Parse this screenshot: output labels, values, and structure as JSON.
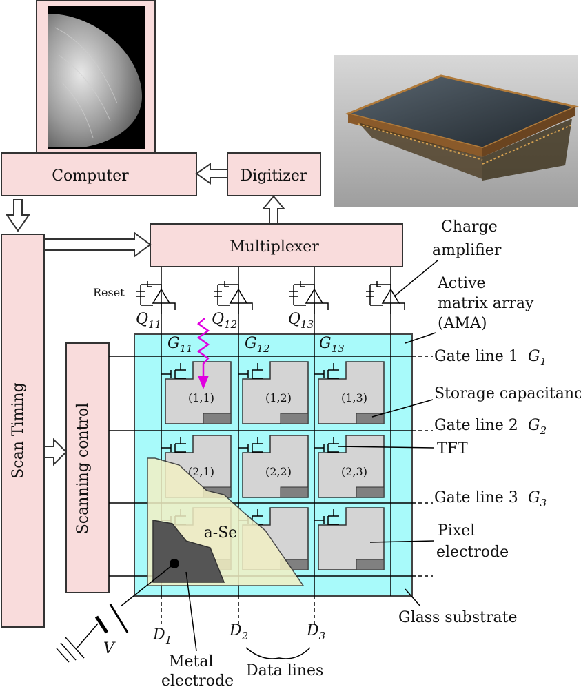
{
  "labels": {
    "computer": "Computer",
    "digitizer": "Digitizer",
    "multiplexer": "Multiplexer",
    "scan_timing": "Scan Timing",
    "scanning_control": "Scanning control",
    "charge_amplifier_1": "Charge",
    "charge_amplifier_2": "amplifier",
    "ama_1": "Active",
    "ama_2": "matrix array",
    "ama_3": "(AMA)",
    "reset": "Reset",
    "gate_line_1": "Gate line 1",
    "gate_line_2": "Gate line 2",
    "gate_line_3": "Gate line 3",
    "storage_capacitance": "Storage capacitance",
    "tft": "TFT",
    "pixel_electrode_1": "Pixel",
    "pixel_electrode_2": "electrode",
    "glass_substrate": "Glass substrate",
    "a_se": "a-Se",
    "metal_electrode_1": "Metal",
    "metal_electrode_2": "electrode",
    "data_lines": "Data lines"
  },
  "symbols": {
    "q_symbol": "Q",
    "q_subs": [
      "11",
      "12",
      "13"
    ],
    "g_symbol": "G",
    "g_subs": [
      "11",
      "12",
      "13"
    ],
    "gate_symbols": [
      "1",
      "2",
      "3"
    ],
    "d_symbol": "D",
    "d_subs": [
      "1",
      "2",
      "3"
    ],
    "voltage": "V"
  },
  "pixels": [
    [
      "(1,1)",
      "(1,2)",
      "(1,3)"
    ],
    [
      "(2,1)",
      "(2,2)",
      "(2,3)"
    ],
    [
      "",
      "",
      ""
    ]
  ],
  "colors": {
    "box_fill": "#f9dcdc",
    "ama_fill": "#a8fafa",
    "a_se_fill": "#f2f0c4",
    "metal_fill": "#555555",
    "xray_arrow": "#e000e0",
    "pixel_fill": "#d4d4d4"
  }
}
